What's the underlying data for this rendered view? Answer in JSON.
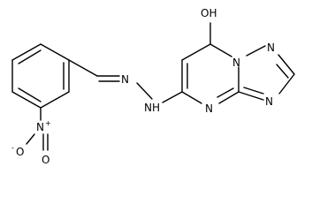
{
  "labels": {
    "hydroxyl": "OH",
    "hydrazone_nh": "NH",
    "azo_n": "N",
    "ring_n_bottom": "N",
    "ring_n_bridge": "N",
    "ring_n_top": "N",
    "ring_n_right": "N",
    "nitro_o_minus": "O",
    "nitro_o_minus_charge": "-",
    "nitro_n": "N",
    "nitro_n_charge": "+",
    "nitro_o": "O"
  }
}
